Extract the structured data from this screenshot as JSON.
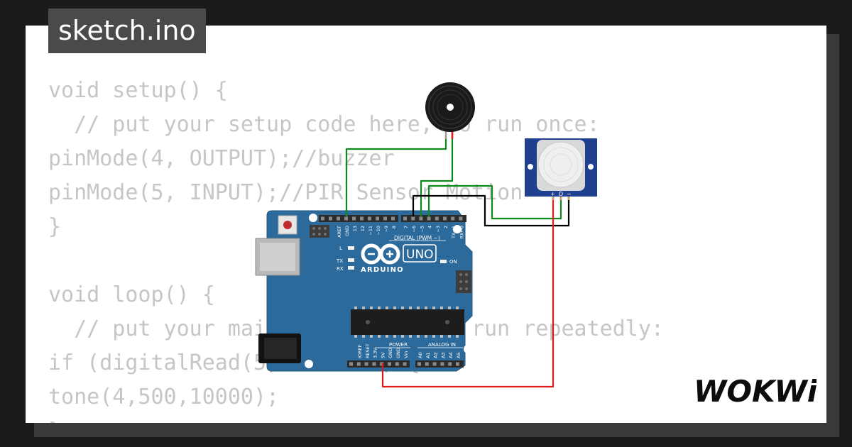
{
  "file_tab": {
    "name": "sketch.ino"
  },
  "code_lines": [
    "void setup() {",
    "  // put your setup code here, to run once:",
    "pinMode(4, OUTPUT);//buzzer",
    "pinMode(5, INPUT);//PIR Sensor Motion",
    "}",
    "",
    "void loop() {",
    "  // put your main code here, to run repeatedly:",
    "if (digitalRead(5) == HIGH) {",
    "tone(4,500,10000);",
    "}"
  ],
  "arduino": {
    "model": "UNO",
    "brand": "ARDUINO",
    "pin_headers": {
      "digital_title": "DIGITAL (PWM ~)",
      "power_title": "POWER",
      "analog_title": "ANALOG IN",
      "top_left_labels": [
        "AREF",
        "GND",
        "13",
        "12",
        "~11",
        "~10",
        "~9",
        "8"
      ],
      "top_right_labels": [
        "7",
        "~6",
        "~5",
        "4",
        "~3",
        "2",
        "TX→1",
        "RX←0"
      ],
      "power_labels": [
        "IOREF",
        "RESET",
        "3.3V",
        "5V",
        "GND",
        "GND",
        "Vin"
      ],
      "analog_labels": [
        "A0",
        "A1",
        "A2",
        "A3",
        "A4",
        "A5"
      ]
    },
    "leds": {
      "l": "L",
      "tx": "TX",
      "rx": "RX",
      "on": "ON"
    }
  },
  "pir_sensor": {
    "pin_labels": [
      "+",
      "D",
      "−"
    ]
  },
  "colors": {
    "board": "#2b6a9b",
    "wire_ground": "#000000",
    "wire_signal": "#0d8a1c",
    "wire_power": "#e01b1b",
    "pir_board": "#1f3f8f",
    "code_text": "#c6c6c6",
    "tab_bg": "#4a4a4a"
  },
  "logo": {
    "text": "WOKWi"
  }
}
